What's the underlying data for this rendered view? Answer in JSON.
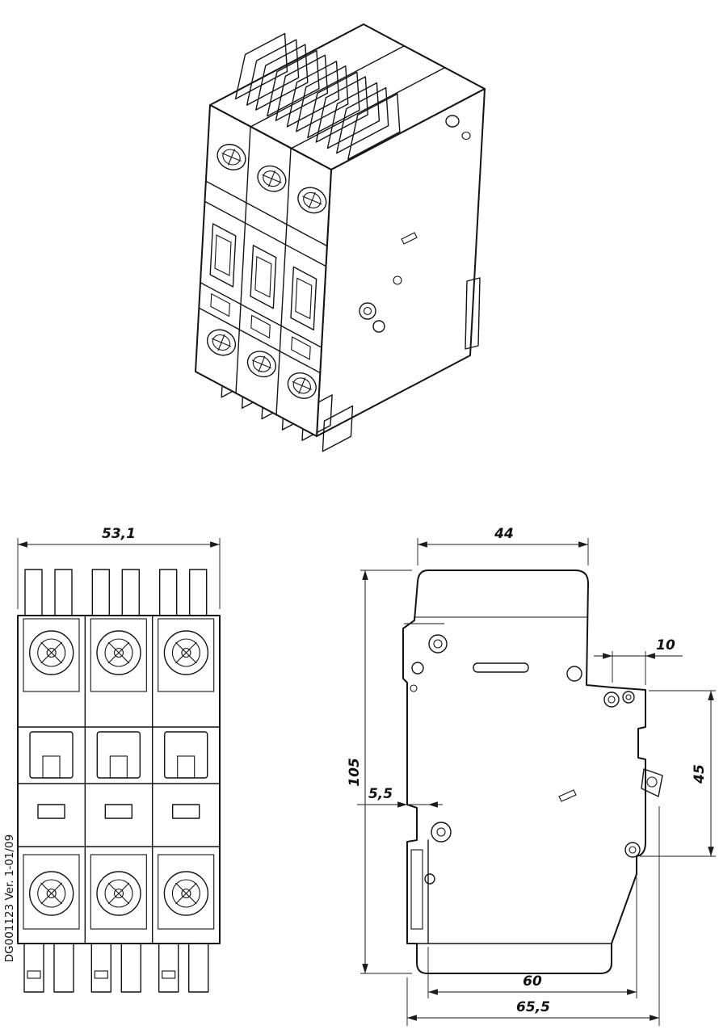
{
  "document": {
    "id": "DG001123 Ver. 1-01/09"
  },
  "dimensions": {
    "front_width": "53,1",
    "side_top_width": "44",
    "side_terminal_depth": "10",
    "side_height": "105",
    "side_terminal_height": "45",
    "side_rail_step": "5,5",
    "side_bottom_width": "60",
    "side_total_depth": "65,5"
  }
}
